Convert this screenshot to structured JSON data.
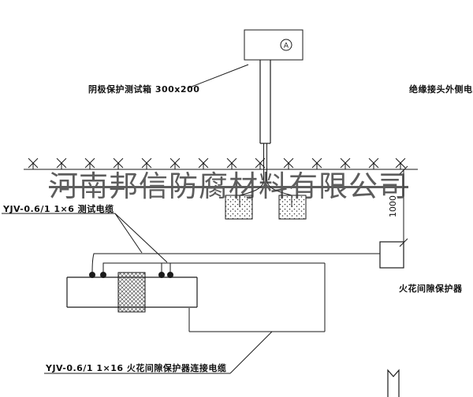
{
  "drawing": {
    "title_label": "阴极保护测试箱 300x200",
    "right_cable_label": "绝缘接头外侧电缆",
    "test_cable_label": "YJV-0.6/1  1×6  测试电缆",
    "bottom_cable_label": "YJV-0.6/1  1×16  火花间隙保护器连接电缆",
    "spark_gap_label": "火花间隙保护器",
    "dimension_value": "1000",
    "ammeter_letter": "A"
  },
  "watermark": {
    "text": "河南邦信防腐材料有限公司"
  },
  "colors": {
    "line": "#1a1a1a",
    "watermark": "#3a3a3a",
    "background": "#ffffff"
  }
}
